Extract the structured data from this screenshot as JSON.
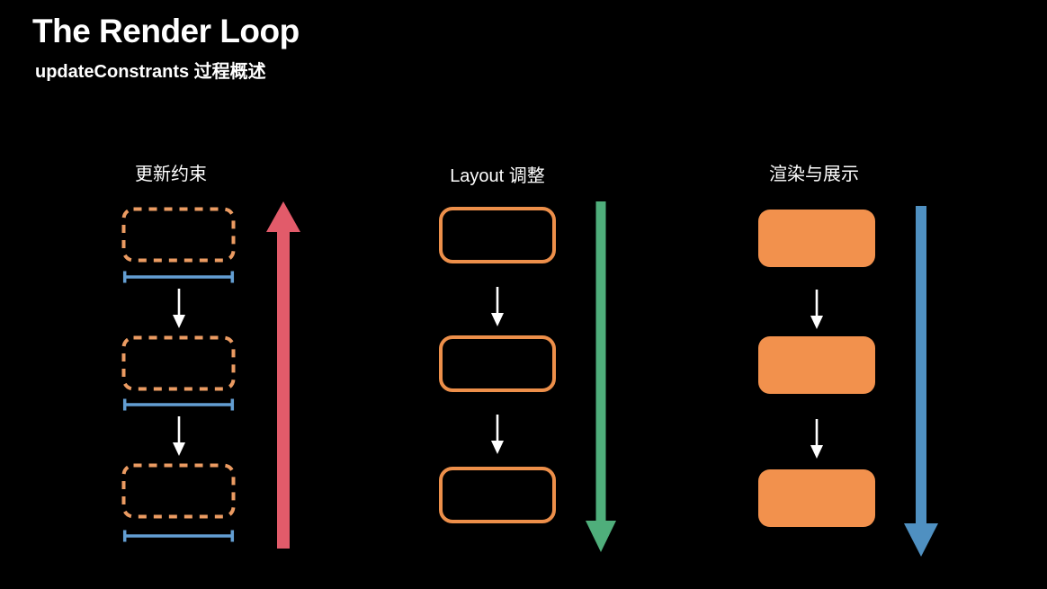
{
  "slide": {
    "title": "The Render Loop",
    "subtitle": "updateConstrants 过程概述",
    "background_color": "#000000",
    "text_color": "#ffffff"
  },
  "columns": [
    {
      "header": "更新约束",
      "box_style": "dashed-outline",
      "box_count": 3,
      "has_measurement_lines": true,
      "flow_arrow": {
        "direction": "up",
        "color": "#e25b6a"
      }
    },
    {
      "header": "Layout 调整",
      "box_style": "solid-outline",
      "box_count": 3,
      "has_measurement_lines": false,
      "flow_arrow": {
        "direction": "down",
        "color": "#4fae7b"
      }
    },
    {
      "header": "渲染与展示",
      "box_style": "filled",
      "box_count": 3,
      "has_measurement_lines": false,
      "flow_arrow": {
        "direction": "down",
        "color": "#4f90c1"
      }
    }
  ],
  "colors": {
    "box_fill_orange": "#f2914d",
    "dashed_outline_orange": "#eb9b62",
    "solid_outline_orange": "#ed8f4a",
    "measurement_line_blue": "#639ed2",
    "up_flow_arrow_red": "#e25b6a",
    "down_flow_arrow_green": "#4fae7b",
    "down_flow_arrow_blue": "#4f90c1",
    "connector_arrow_white": "#ffffff"
  }
}
